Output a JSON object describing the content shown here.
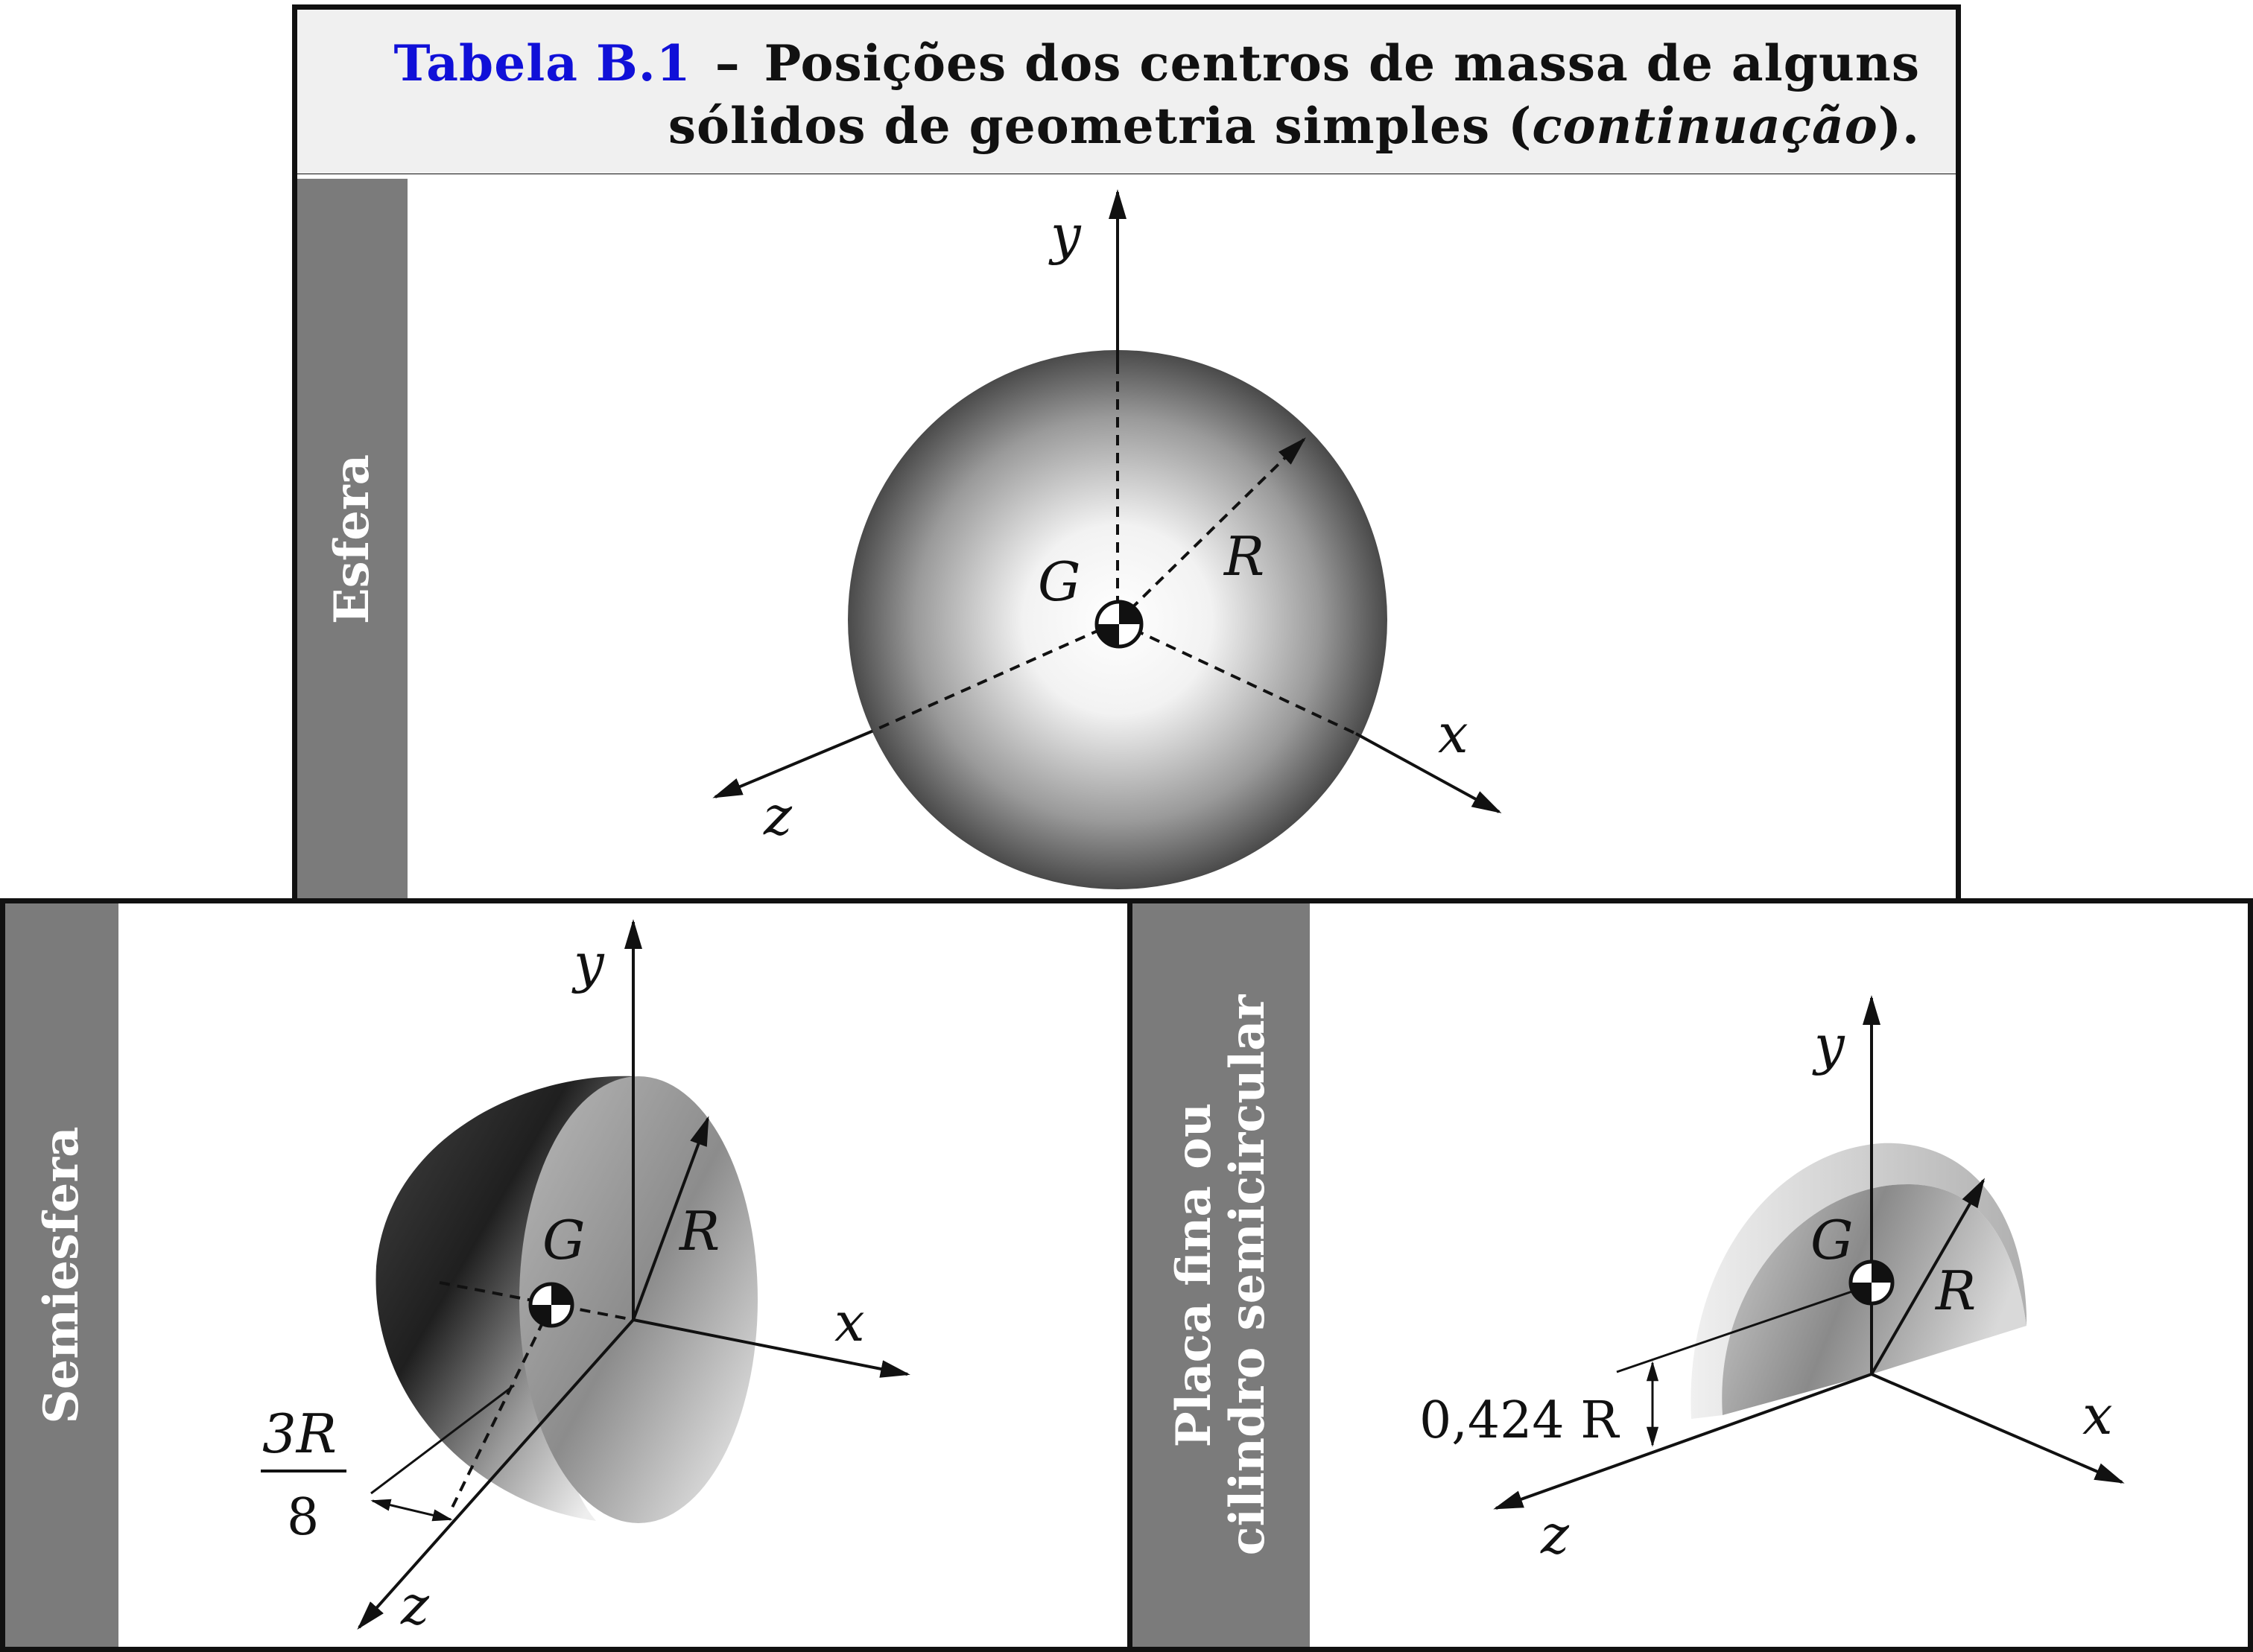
{
  "caption": {
    "table_number": "Tabela B.1",
    "dash": "–",
    "line1_text": "Posições dos centros de massa de alguns",
    "line2_text": "sólidos de geometria simples (",
    "line2_italic": "continuação",
    "line2_end": ")."
  },
  "panels": {
    "sphere": {
      "side_label": "Esfera",
      "labels": {
        "y": "y",
        "x": "x",
        "z": "z",
        "G": "G",
        "R": "R"
      }
    },
    "hemisphere": {
      "side_label": "Semiesfera",
      "labels": {
        "y": "y",
        "x": "x",
        "z": "z",
        "G": "G",
        "R": "R",
        "dist_num": "3R",
        "dist_den": "8"
      }
    },
    "semicircular": {
      "side_label_line1": "Placa fina ou",
      "side_label_line2": "cilindro semicircular",
      "labels": {
        "y": "y",
        "x": "x",
        "z": "z",
        "G": "G",
        "R": "R",
        "dist": "0,424 R"
      }
    }
  }
}
